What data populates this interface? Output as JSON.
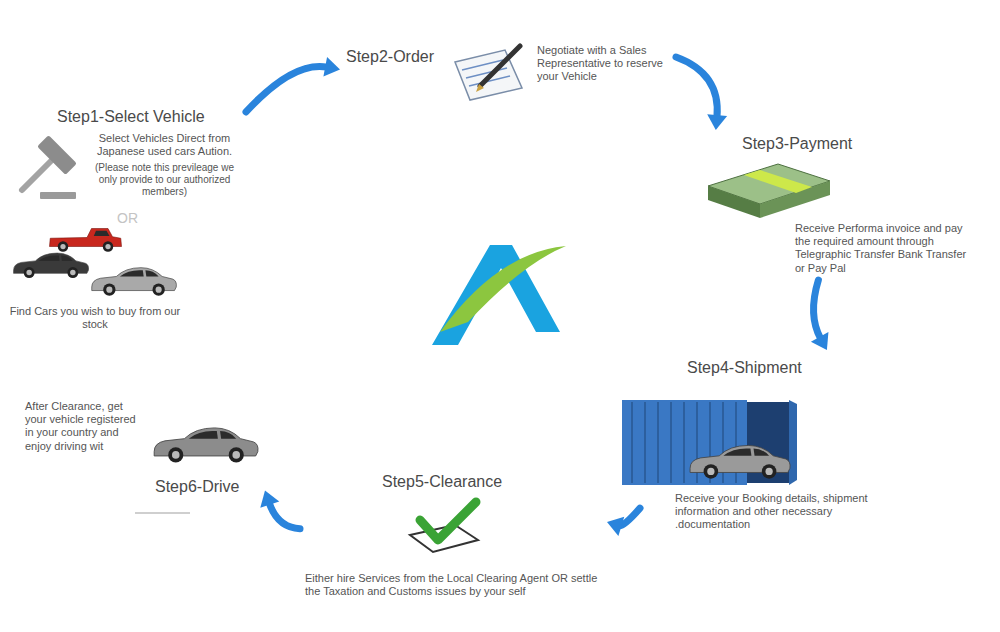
{
  "diagram": {
    "nodes": [
      {
        "text": [
          "Step1-Select Vehicle",
          "Select Vehicles Direct from Japanese used cars Aution.",
          "(Please note this previleage we only provide to our authorized members)",
          "OR",
          "Find Cars you wish to buy from our stock"
        ]
      },
      {
        "text": [
          "Step2-Order",
          "Negotiate with a Sales Representative to reserve your Vehicle"
        ]
      },
      {
        "text": [
          "Step3-Payment",
          "Receive Performa invoice and pay the required amount through Telegraphic Transfer Bank Transfer or Pay Pal"
        ]
      },
      {
        "text": [
          "Step4-Shipment",
          "Receive your Booking details, shipment information and other necessary .documentation"
        ]
      },
      {
        "text": [
          "Step5-Clearance",
          "Either hire Services from the Local Clearing Agent OR settle the Taxation and Customs issues by your self"
        ]
      },
      {
        "text": [
          "Step6-Drive",
          "After Clearance, get your vehicle registered in your country and enjoy driving wit"
        ]
      }
    ],
    "edges": [
      {
        "from": 0,
        "to": 1,
        "arrow": "to"
      },
      {
        "from": 1,
        "to": 2,
        "arrow": "to"
      },
      {
        "from": 2,
        "to": 3,
        "arrow": "to"
      },
      {
        "from": 3,
        "to": 4,
        "arrow": "to"
      },
      {
        "from": 4,
        "to": 5,
        "arrow": "to"
      }
    ]
  }
}
